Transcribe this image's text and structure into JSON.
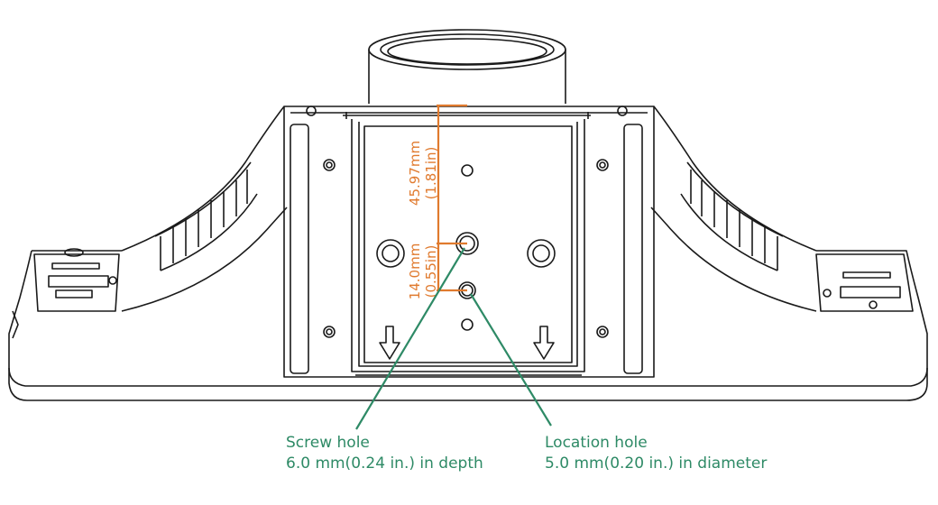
{
  "dimensions": {
    "vertical_mm": "45.97mm",
    "vertical_in": "(1.81in)",
    "short_mm": "14.0mm",
    "short_in": "(0.55in)"
  },
  "callouts": {
    "screw_hole": {
      "title": "Screw hole",
      "detail": "6.0 mm(0.24 in.) in depth"
    },
    "location_hole": {
      "title": "Location hole",
      "detail": "5.0 mm(0.20 in.) in diameter"
    }
  },
  "colors": {
    "dimension": "#e07a2e",
    "callout": "#2e8a66",
    "outline": "#1a1a1a"
  }
}
